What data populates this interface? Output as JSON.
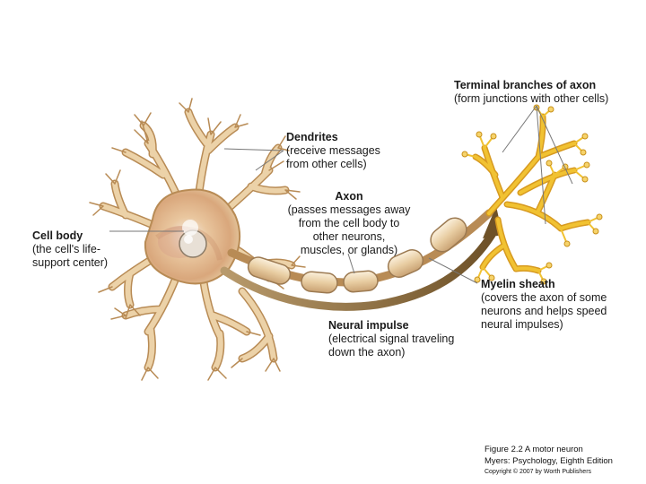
{
  "labels": {
    "terminal": {
      "title": "Terminal branches of axon",
      "desc": "(form junctions with other cells)"
    },
    "dendrites": {
      "title": "Dendrites",
      "desc": "(receive messages\nfrom other cells)"
    },
    "axon": {
      "title": "Axon",
      "desc": "(passes messages away\nfrom the cell body to\nother neurons,\nmuscles, or glands)"
    },
    "cell_body": {
      "title": "Cell body",
      "desc": "(the cell's life-\nsupport center)"
    },
    "myelin": {
      "title": "Myelin sheath",
      "desc": "(covers the axon of some\nneurons and helps speed\nneural impulses)"
    },
    "impulse": {
      "title": "Neural impulse",
      "desc": "(electrical signal traveling\ndown the axon)"
    }
  },
  "caption": {
    "line1": "Figure 2.2  A motor neuron",
    "line2": "Myers: Psychology, Eighth Edition",
    "line3": "Copyright © 2007 by Worth Publishers"
  },
  "colors": {
    "cell_fill": "#ecd2a8",
    "cell_edge": "#b88b55",
    "nucleus": "#e8e0d6",
    "myelin": "#ead0a6",
    "myelin_edge": "#9c7a52",
    "terminal": "#f1c232",
    "arrow": "#8a6a3c",
    "leader": "#777777"
  }
}
